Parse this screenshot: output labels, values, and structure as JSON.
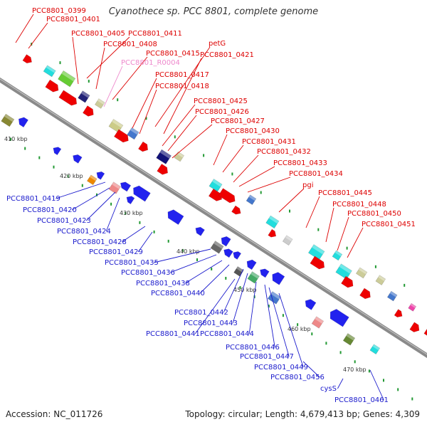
{
  "title": "Cyanothece sp. PCC 8801, complete genome",
  "footer": {
    "accession": "Accession: NC_011726",
    "topology": "Topology: circular; Length: 4,679,413 bp; Genes: 4,309"
  },
  "watermark": "",
  "colors": {
    "forward_label": "#dd0000",
    "reverse_label": "#1a1acc",
    "rna_label": "#ee88cc",
    "backbone": "#8a8a8a"
  },
  "ticks": [
    "410 kbp",
    "420 kbp",
    "430 kbp",
    "440 kbp",
    "450 kbp",
    "460 kbp",
    "470 kbp"
  ],
  "forward_labels": [
    "PCC8801_0399",
    "PCC8801_0401",
    "PCC8801_0405",
    "PCC8801_0411",
    "PCC8801_0408",
    "PCC8801_0415",
    "PCC8801_R0004",
    "petG",
    "PCC8801_0421",
    "PCC8801_0417",
    "PCC8801_0418",
    "PCC8801_0425",
    "PCC8801_0426",
    "PCC8801_0427",
    "PCC8801_0430",
    "PCC8801_0431",
    "PCC8801_0432",
    "PCC8801_0433",
    "PCC8801_0434",
    "pgi",
    "PCC8801_0445",
    "PCC8801_0448",
    "PCC8801_0450",
    "PCC8801_0451"
  ],
  "reverse_labels": [
    "PCC8801_0419",
    "PCC8801_0420",
    "PCC8801_0423",
    "PCC8801_0424",
    "PCC8801_0428",
    "PCC8801_0429",
    "PCC8801_0435",
    "PCC8801_0436",
    "PCC8801_0438",
    "PCC8801_0440",
    "PCC8801_0442",
    "PCC8801_0443",
    "PCC8801_0441",
    "PCC8801_0444",
    "PCC8801_0446",
    "PCC8801_0447",
    "PCC8801_0449",
    "PCC8801_0456",
    "cysS",
    "PCC8801_0461"
  ]
}
